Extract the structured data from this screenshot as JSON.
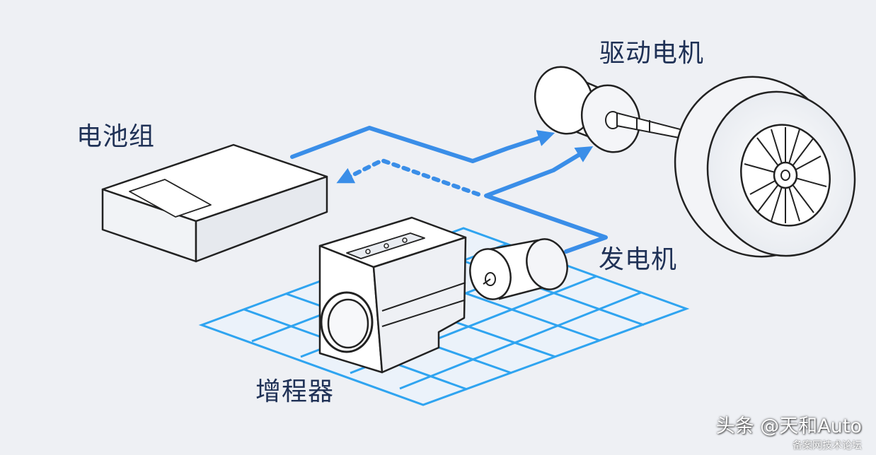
{
  "labels": {
    "battery": "电池组",
    "drive_motor": "驱动电机",
    "generator": "发电机",
    "range_extender": "增程器"
  },
  "watermark": {
    "main": "头条 @天和Auto",
    "sub": "备案网技术论坛"
  },
  "colors": {
    "flow_blue": "#3a8ee8",
    "grid_blue": "#2fa4f0",
    "outline": "#222222",
    "label_text": "#1f3156",
    "background": "#eef0f4"
  },
  "icons": [
    "battery-pack-icon",
    "drive-motor-icon",
    "wheel-icon",
    "generator-icon",
    "range-extender-engine-icon"
  ]
}
